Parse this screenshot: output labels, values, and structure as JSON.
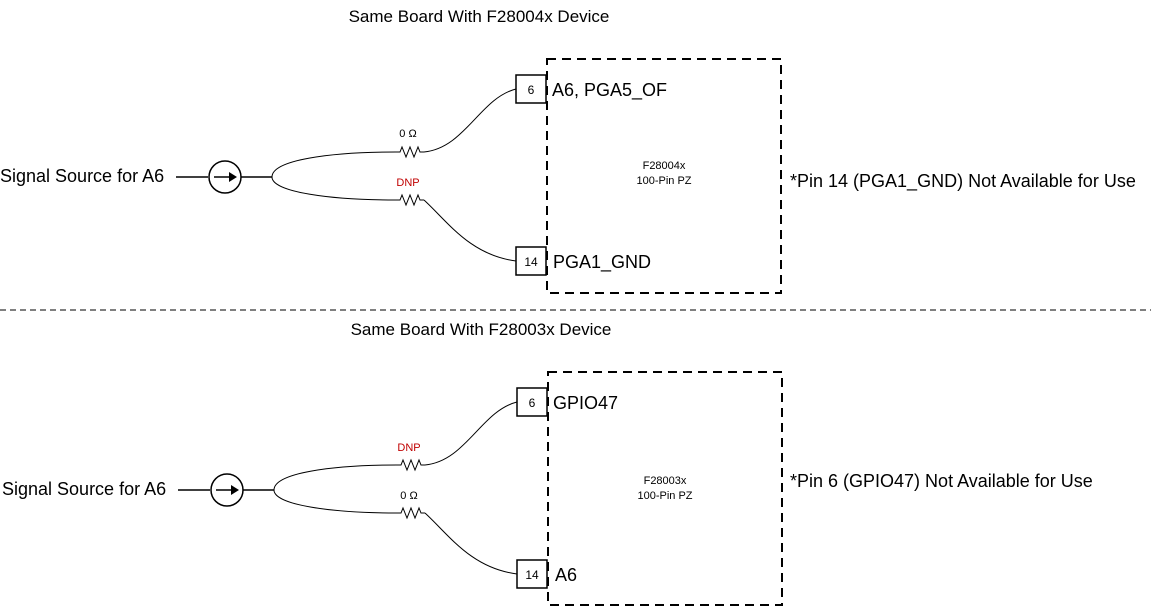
{
  "top": {
    "title": "Same Board With F28004x Device",
    "source_label": "Signal Source for A6",
    "upper_resistor": "0 Ω",
    "lower_resistor": "DNP",
    "upper_pin_number": "6",
    "upper_pin_name": "A6, PGA5_OF",
    "lower_pin_number": "14",
    "lower_pin_name": "PGA1_GND",
    "device_name": "F28004x",
    "device_package": "100-Pin PZ",
    "note": "*Pin 14 (PGA1_GND) Not Available for Use"
  },
  "bottom": {
    "title": "Same Board With F28003x Device",
    "source_label": "Signal Source for A6",
    "upper_resistor": "DNP",
    "lower_resistor": "0 Ω",
    "upper_pin_number": "6",
    "upper_pin_name": "GPIO47",
    "lower_pin_number": "14",
    "lower_pin_name": "A6",
    "device_name": "F28003x",
    "device_package": "100-Pin PZ",
    "note": "*Pin 6 (GPIO47) Not Available for Use"
  },
  "colors": {
    "line": "#000000",
    "dnp_text": "#c00000"
  }
}
